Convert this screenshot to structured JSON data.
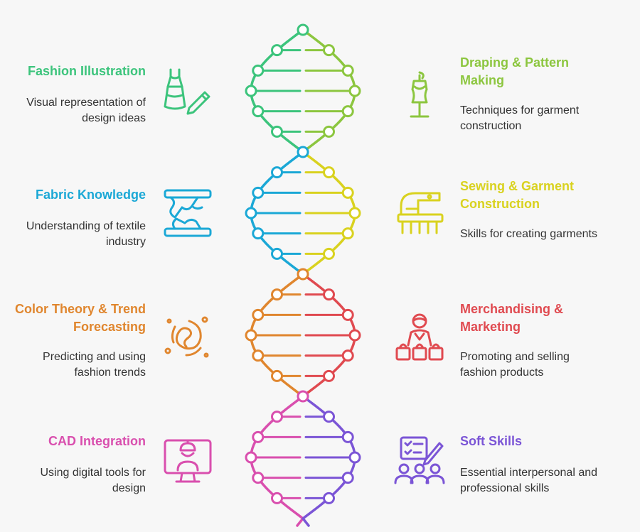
{
  "diagram": {
    "colors": {
      "green": "#3cc47c",
      "lime": "#8cc63f",
      "blue": "#1ba8d6",
      "yellow": "#d9d21f",
      "orange": "#e0862e",
      "red": "#e04a50",
      "pink": "#d94fae",
      "violet": "#7b55d6",
      "text": "#333333",
      "background": "#f7f7f7"
    },
    "items": [
      {
        "title": "Fashion Illustration",
        "description": "Visual representation of design ideas",
        "color": "green",
        "icon": "dress-pencil-icon",
        "side": "left"
      },
      {
        "title": "Draping & Pattern Making",
        "description": "Techniques for garment construction",
        "color": "lime",
        "icon": "dress-form-icon",
        "side": "right"
      },
      {
        "title": "Fabric Knowledge",
        "description": "Understanding of textile industry",
        "color": "blue",
        "icon": "fabric-roll-icon",
        "side": "left"
      },
      {
        "title": "Sewing & Garment Construction",
        "description": "Skills for creating garments",
        "color": "yellow",
        "icon": "sewing-machine-icon",
        "side": "right"
      },
      {
        "title": "Color Theory & Trend Forecasting",
        "description": "Predicting and using fashion trends",
        "color": "orange",
        "icon": "swirl-icon",
        "side": "left"
      },
      {
        "title": "Merchandising & Marketing",
        "description": "Promoting and selling fashion products",
        "color": "red",
        "icon": "shopper-bags-icon",
        "side": "right"
      },
      {
        "title": "CAD Integration",
        "description": "Using digital tools for design",
        "color": "pink",
        "icon": "cad-monitor-icon",
        "side": "left"
      },
      {
        "title": "Soft Skills",
        "description": "Essential interpersonal and professional skills",
        "color": "violet",
        "icon": "team-checklist-icon",
        "side": "right"
      }
    ]
  }
}
